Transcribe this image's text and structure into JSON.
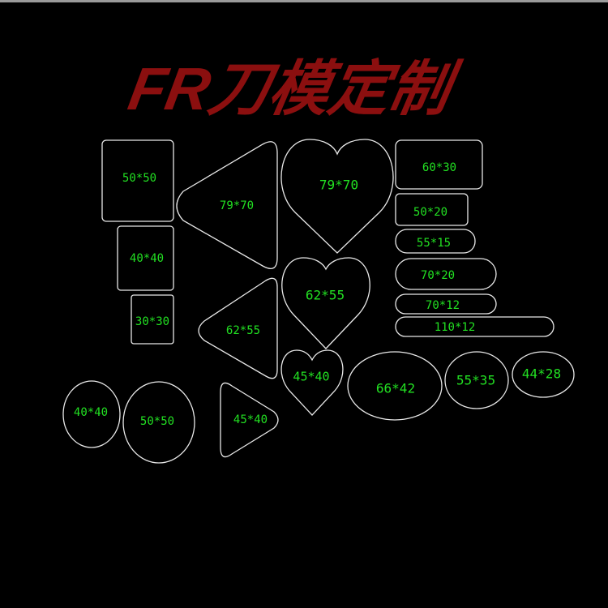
{
  "title": "FR刀模定制",
  "colors": {
    "background": "#000000",
    "title": "#8b0f0f",
    "outline": "#e8e8e8",
    "label": "#22e022"
  },
  "shapes": [
    {
      "kind": "square",
      "label": "50*50"
    },
    {
      "kind": "square",
      "label": "40*40"
    },
    {
      "kind": "square",
      "label": "30*30"
    },
    {
      "kind": "triangle",
      "label": "79*70"
    },
    {
      "kind": "triangle",
      "label": "62*55"
    },
    {
      "kind": "triangle",
      "label": "45*40"
    },
    {
      "kind": "heart",
      "label": "79*70"
    },
    {
      "kind": "heart",
      "label": "62*55"
    },
    {
      "kind": "heart",
      "label": "45*40"
    },
    {
      "kind": "rounded-rectangle",
      "label": "60*30"
    },
    {
      "kind": "rounded-rectangle",
      "label": "50*20"
    },
    {
      "kind": "rounded-rectangle",
      "label": "55*15"
    },
    {
      "kind": "rounded-rectangle",
      "label": "70*20"
    },
    {
      "kind": "rounded-rectangle",
      "label": "70*12"
    },
    {
      "kind": "rounded-rectangle",
      "label": "110*12"
    },
    {
      "kind": "circle",
      "label": "40*40"
    },
    {
      "kind": "circle",
      "label": "50*50"
    },
    {
      "kind": "ellipse",
      "label": "66*42"
    },
    {
      "kind": "ellipse",
      "label": "55*35"
    },
    {
      "kind": "ellipse",
      "label": "44*28"
    }
  ]
}
